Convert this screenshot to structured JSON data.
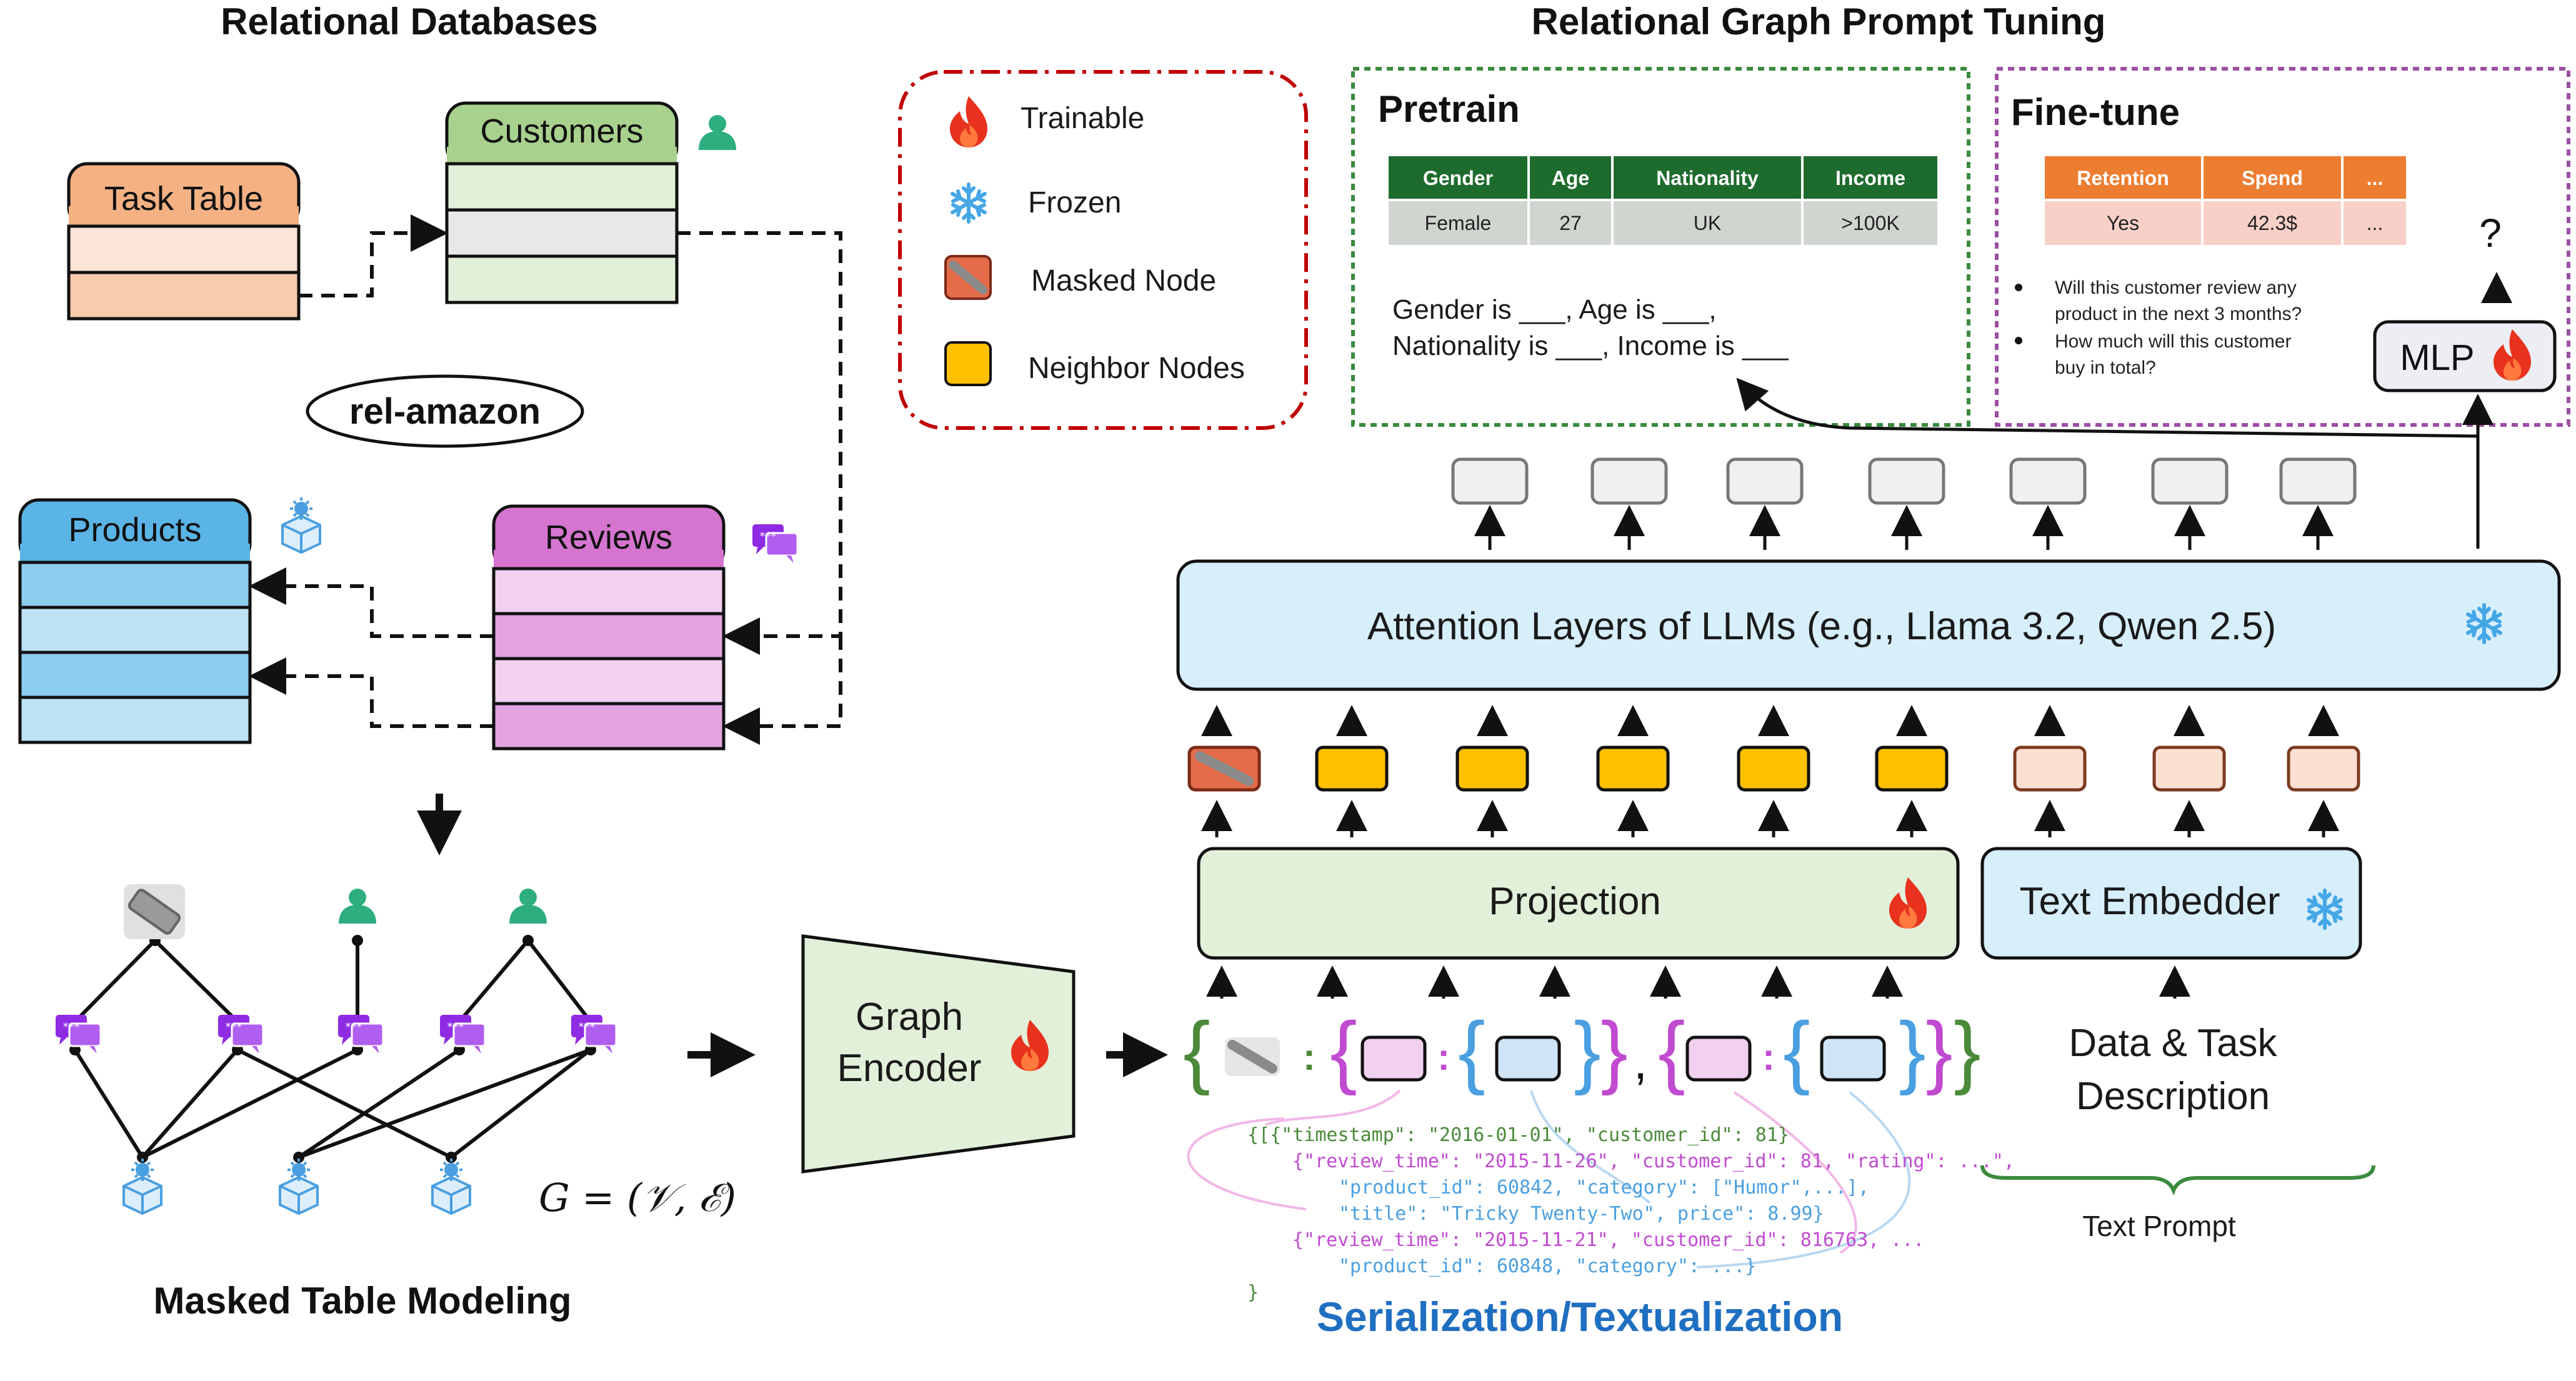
{
  "left": {
    "title": "Relational Databases",
    "tables": {
      "task_table": "Task Table",
      "customers": "Customers",
      "products": "Products",
      "reviews": "Reviews"
    },
    "dataset": "rel-amazon",
    "graph_formula": "G = (𝒱, ℰ)",
    "bottom_title": "Masked Table Modeling"
  },
  "encoder": {
    "line1": "Graph",
    "line2": "Encoder"
  },
  "legend": {
    "trainable": "Trainable",
    "frozen": "Frozen",
    "masked": "Masked Node",
    "neighbor": "Neighbor Nodes"
  },
  "right": {
    "title": "Relational Graph Prompt Tuning",
    "pretrain": {
      "title": "Pretrain",
      "headers": [
        "Gender",
        "Age",
        "Nationality",
        "Income"
      ],
      "row": [
        "Female",
        "27",
        "UK",
        ">100K"
      ],
      "line1": "Gender is ___, Age is ___,",
      "line2": "Nationality is ___, Income is ___"
    },
    "finetune": {
      "title": "Fine-tune",
      "headers": [
        "Retention",
        "Spend",
        "..."
      ],
      "row": [
        "Yes",
        "42.3$",
        "..."
      ],
      "q1_line1": "Will this customer review any",
      "q1_line2": "product in the next 3 months?",
      "q2_line1": "How much will this customer",
      "q2_line2": "buy in total?",
      "mlp": "MLP",
      "unknown": "?"
    },
    "attention": "Attention Layers of LLMs (e.g., Llama 3.2, Qwen 2.5)",
    "projection": "Projection",
    "text_embedder": "Text Embedder",
    "data_task_line1": "Data & Task",
    "data_task_line2": "Description",
    "text_prompt": "Text Prompt",
    "serialization_title": "Serialization/Textualization",
    "code_lines": [
      "{[{\"timestamp\": \"2016-01-01\", \"customer_id\": 81}",
      "{\"review_time\": \"2015-11-26\", \"customer_id\": 81, \"rating\": ...\",",
      "\"product_id\": 60842, \"category\": [\"Humor\",...],",
      "\"title\": \"Tricky Twenty-Two\", price\": 8.99}",
      "{\"review_time\": \"2015-11-21\", \"customer_id\": 816763, ...",
      "\"product_id\": 60848, \"category\": ...}",
      "}"
    ]
  },
  "colors": {
    "task_table": "#f4b183",
    "customers": "#a9d18e",
    "products": "#5ab4e5",
    "reviews": "#d575d0",
    "neighbor": "#ffc000",
    "masked": "#e46c4a",
    "text_token": "#f8cbad",
    "green_fill": "#e2f0d9",
    "blue_fill": "#ddeefa",
    "pretrain_border": "#3b8a3e",
    "finetune_border": "#9b4fa3",
    "legend_border": "#c00000",
    "serialization": "#1f6fc1",
    "review_icon": "#8f2be2",
    "product_icon": "#4a9fe0",
    "user_icon": "#2eae7f",
    "flame": "#e8321e",
    "snow": "#45a7e6"
  }
}
